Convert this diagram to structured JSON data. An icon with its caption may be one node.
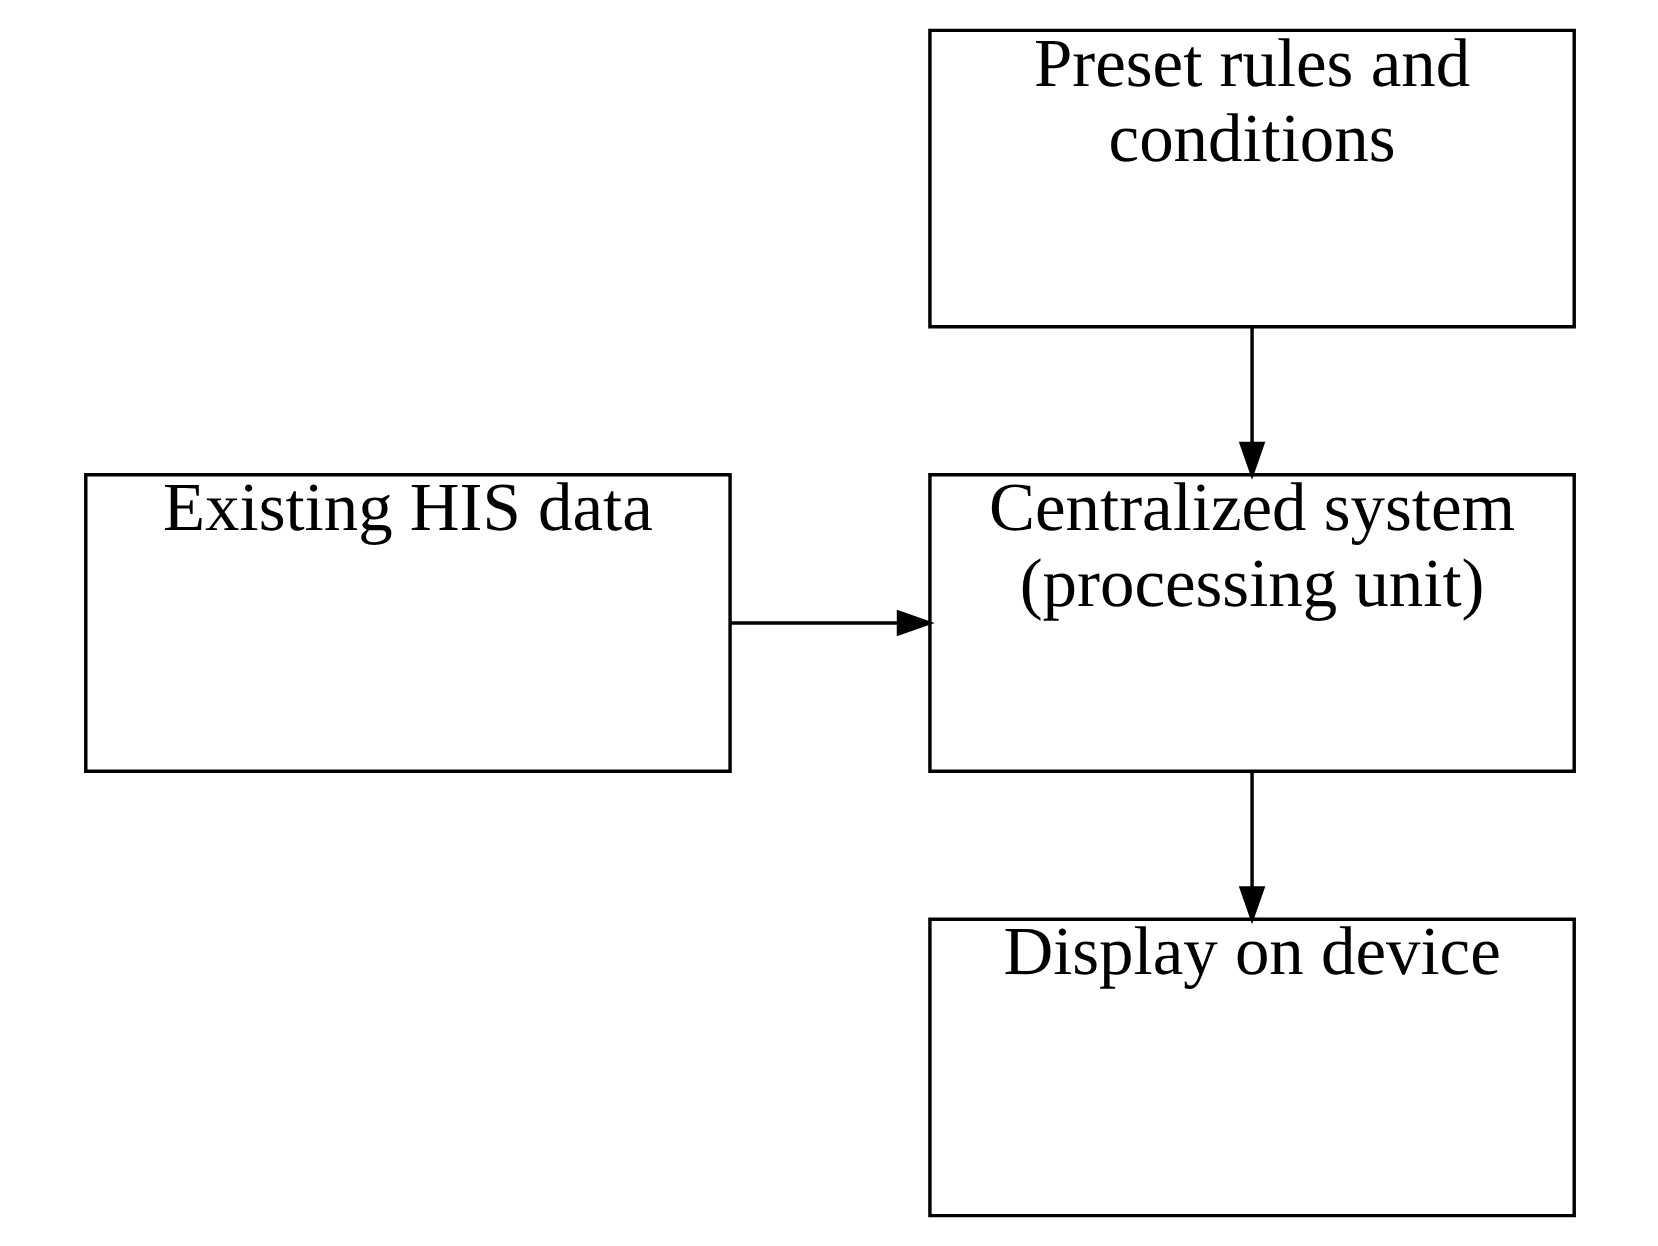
{
  "diagram": {
    "nodes": [
      {
        "text": [
          "Preset rules and conditions"
        ]
      },
      {
        "text": [
          "Existing HIS data"
        ]
      },
      {
        "text": [
          "Centralized system (processing unit)"
        ]
      },
      {
        "text": [
          "Display on device"
        ]
      }
    ],
    "edges": [
      {
        "from": 0,
        "to": 2,
        "arrow": "to"
      },
      {
        "from": 1,
        "to": 2,
        "arrow": "to"
      },
      {
        "from": 2,
        "to": 3,
        "arrow": "to"
      }
    ]
  }
}
